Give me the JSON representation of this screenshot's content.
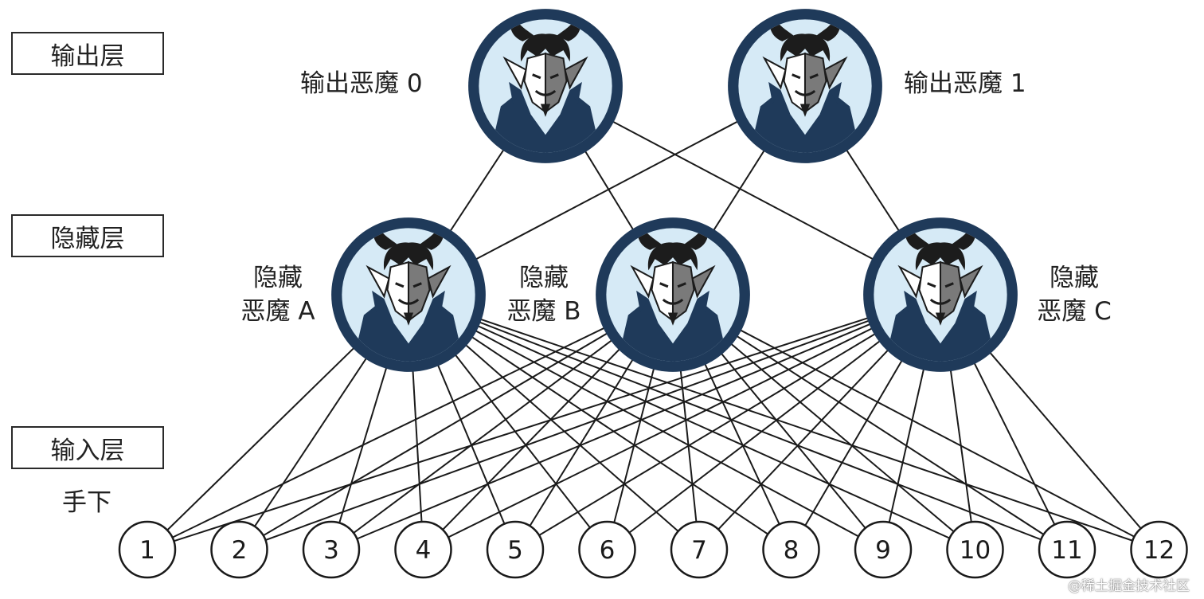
{
  "layers": {
    "output": "输出层",
    "hidden": "隐藏层",
    "input": "输入层"
  },
  "input_caption": "手下",
  "output_demons": [
    {
      "label": "输出恶魔 0"
    },
    {
      "label": "输出恶魔 1"
    }
  ],
  "hidden_demons": [
    {
      "line1": "隐藏",
      "line2": "恶魔 A"
    },
    {
      "line1": "隐藏",
      "line2": "恶魔 B"
    },
    {
      "line1": "隐藏",
      "line2": "恶魔 C"
    }
  ],
  "inputs": [
    "1",
    "2",
    "3",
    "4",
    "5",
    "6",
    "7",
    "8",
    "9",
    "10",
    "11",
    "12"
  ],
  "watermark": "@稀土掘金技术社区",
  "colors": {
    "demon_ring": "#1f3a5a",
    "demon_bg": "#d6eaf6",
    "demon_body": "#1f3a5a",
    "edge": "#1a1a1a"
  },
  "icons": {
    "demon": "devil-icon",
    "input": "circle-node"
  }
}
